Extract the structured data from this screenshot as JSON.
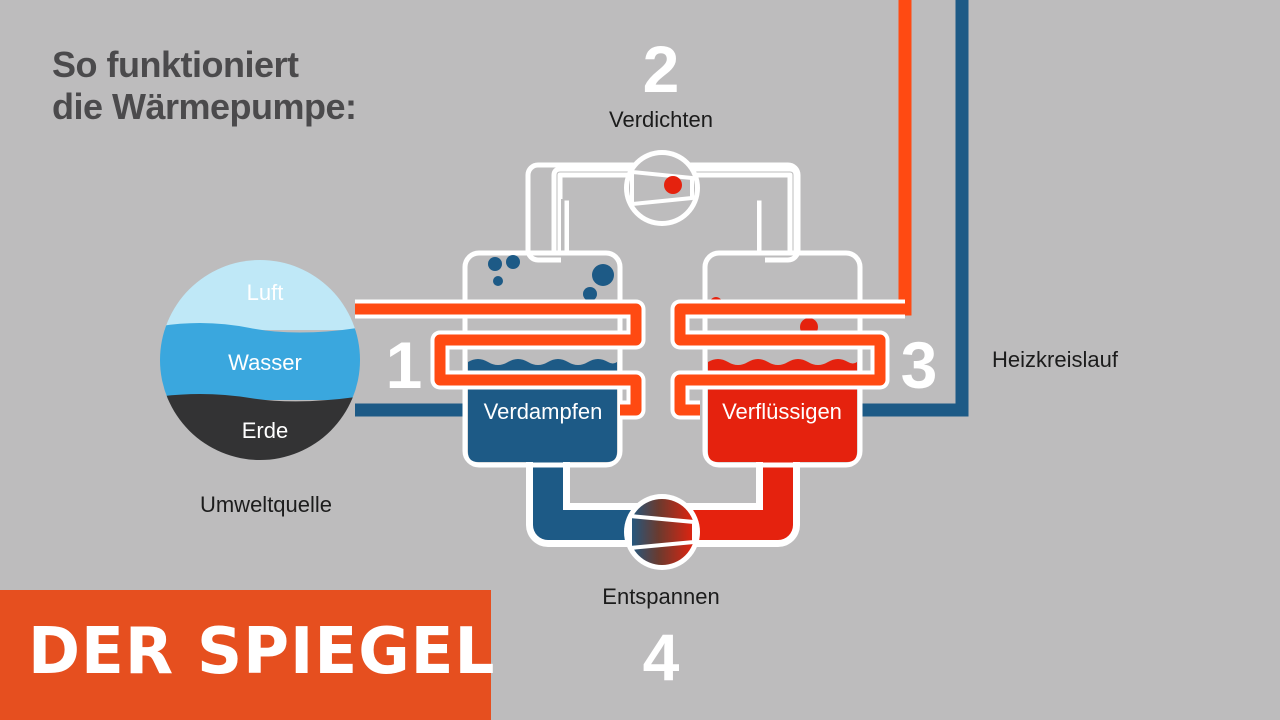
{
  "title": {
    "line1": "So funktioniert",
    "line2": "die Wärmepumpe:"
  },
  "source": {
    "layers": [
      "Luft",
      "Wasser",
      "Erde"
    ],
    "label": "Umweltquelle"
  },
  "steps": [
    {
      "number": "1",
      "label": "Verdampfen"
    },
    {
      "number": "2",
      "label": "Verdichten"
    },
    {
      "number": "3",
      "label": "Verflüssigen"
    },
    {
      "number": "4",
      "label": "Entspannen"
    }
  ],
  "heating_circuit": "Heizkreislauf",
  "logo": "DER SPIEGEL",
  "colors": {
    "background": "#bdbcbd",
    "hot": "#ff4a12",
    "cold": "#1d5a86",
    "evaporator_fluid": "#1d5a86",
    "condenser_fluid": "#e5220e",
    "air": "#bfe8f7",
    "water": "#3aa7de",
    "earth": "#333334",
    "logo_background": "#e64f1f"
  }
}
